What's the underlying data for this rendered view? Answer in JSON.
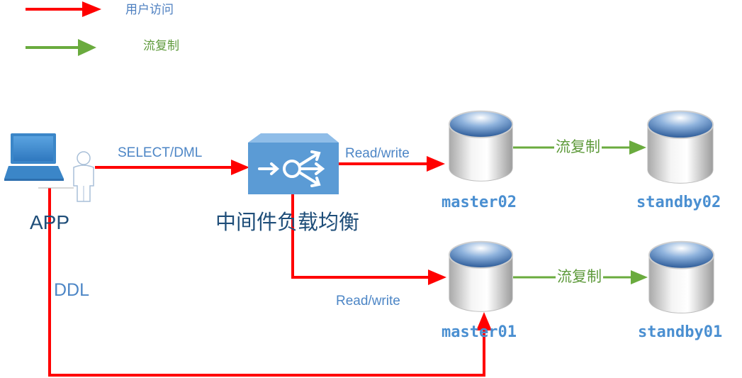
{
  "legend": {
    "user_access": "用户访问",
    "stream_replication": "流复制"
  },
  "nodes": {
    "app": "APP",
    "middleware": "中间件负载均衡",
    "master02": "master02",
    "standby02": "standby02",
    "master01": "master01",
    "standby01": "standby01"
  },
  "edges": {
    "app_to_middleware": "SELECT/DML",
    "middleware_to_master02": "Read/write",
    "middleware_to_master01": "Read/write",
    "app_to_master01": "DDL",
    "master02_to_standby02": "流复制",
    "master01_to_standby01": "流复制"
  },
  "colors": {
    "user_access": "#ff0000",
    "stream_replication": "#6aab3e",
    "router_body": "#5b9bd5",
    "laptop": "#3b86c8"
  },
  "icons": [
    "laptop-icon",
    "user-icon",
    "router-icon",
    "database-icon"
  ]
}
